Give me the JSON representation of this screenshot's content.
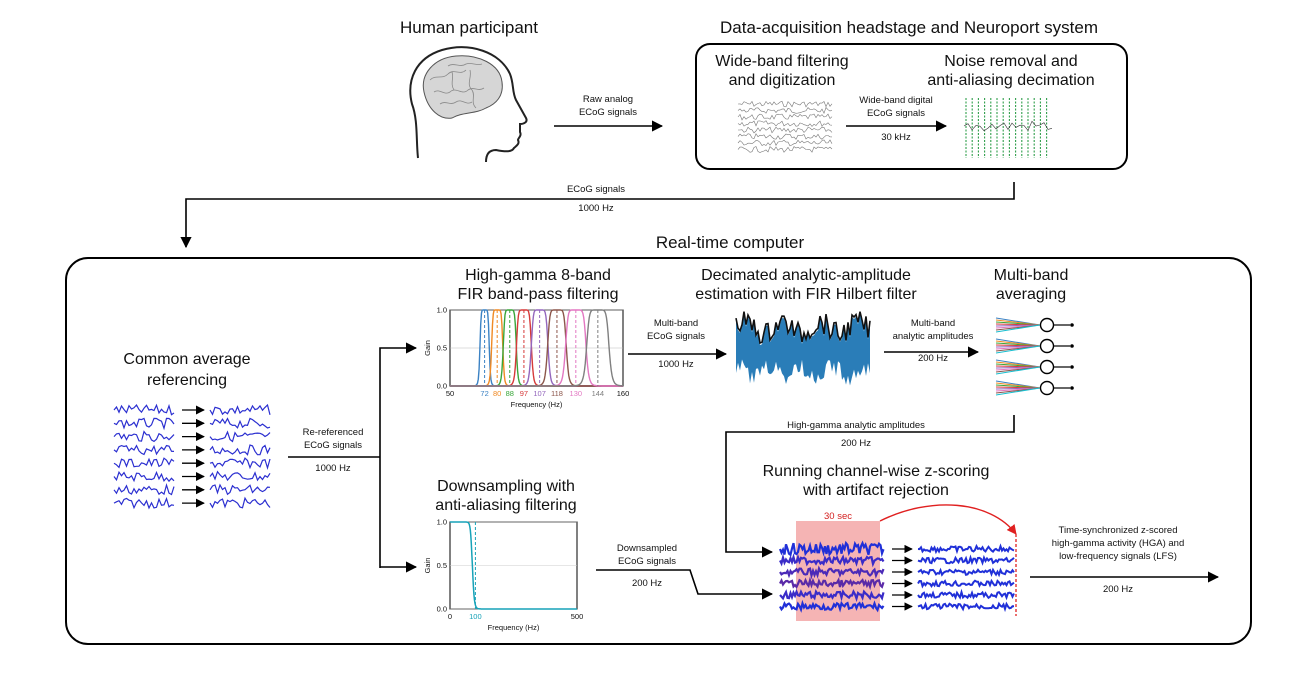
{
  "top": {
    "participant_title": "Human participant",
    "acquisition_title": "Data-acquisition headstage and Neuroport system",
    "raw_signal_label": [
      "Raw analog",
      "ECoG signals"
    ],
    "wideband_title": [
      "Wide-band filtering",
      "and digitization"
    ],
    "noise_title": [
      "Noise removal and",
      "anti-aliasing decimation"
    ],
    "wideband_signal_label": [
      "Wide-band digital",
      "ECoG signals",
      "30 kHz"
    ],
    "ecog_out_label": [
      "ECoG signals",
      "1000 Hz"
    ]
  },
  "computer": {
    "title": "Real-time computer",
    "car_title": [
      "Common average",
      "referencing"
    ],
    "rereferenced_label": [
      "Re-referenced",
      "ECoG signals",
      "1000 Hz"
    ],
    "hg_title": [
      "High-gamma 8-band",
      "FIR band-pass filtering"
    ],
    "multiband_label": [
      "Multi-band",
      "ECoG signals",
      "1000 Hz"
    ],
    "analytic_title": [
      "Decimated analytic-amplitude",
      "estimation with FIR Hilbert filter"
    ],
    "multiband_amp_label": [
      "Multi-band",
      "analytic amplitudes",
      "200 Hz"
    ],
    "averaging_title": [
      "Multi-band",
      "averaging"
    ],
    "hg_amp_label": [
      "High-gamma analytic amplitudes",
      "200 Hz"
    ],
    "downsampling_title": [
      "Downsampling with",
      "anti-aliasing filtering"
    ],
    "downsampled_label": [
      "Downsampled",
      "ECoG signals",
      "200 Hz"
    ],
    "zscore_title": [
      "Running channel-wise z-scoring",
      "with artifact rejection"
    ],
    "window_label": "30 sec",
    "output_label": [
      "Time-synchronized z-scored",
      "high-gamma activity (HGA) and",
      "low-frequency signals (LFS)",
      "200 Hz"
    ]
  },
  "chart_data": [
    {
      "type": "line",
      "title": "",
      "xlabel": "Frequency (Hz)",
      "ylabel": "Gain",
      "xlim": [
        50,
        160
      ],
      "ylim": [
        0,
        1
      ],
      "x_ticks": [
        50,
        160
      ],
      "y_ticks": [
        "0.0",
        "0.5",
        "1.0"
      ],
      "center_frequencies": [
        72,
        80,
        88,
        97,
        107,
        118,
        130,
        144
      ],
      "band_colors": [
        "#3b82c4",
        "#f08a24",
        "#3aa63a",
        "#d63a3a",
        "#9467bd",
        "#8c564b",
        "#e377c2",
        "#7f7f7f"
      ]
    },
    {
      "type": "line",
      "title": "",
      "xlabel": "Frequency (Hz)",
      "ylabel": "Gain",
      "xlim": [
        0,
        500
      ],
      "ylim": [
        0,
        1
      ],
      "x_ticks": [
        "0",
        "500"
      ],
      "y_ticks": [
        "0.0",
        "0.5",
        "1.0"
      ],
      "cutoff_label": "100",
      "cutoff": 100,
      "color": "#17a2b8"
    }
  ]
}
